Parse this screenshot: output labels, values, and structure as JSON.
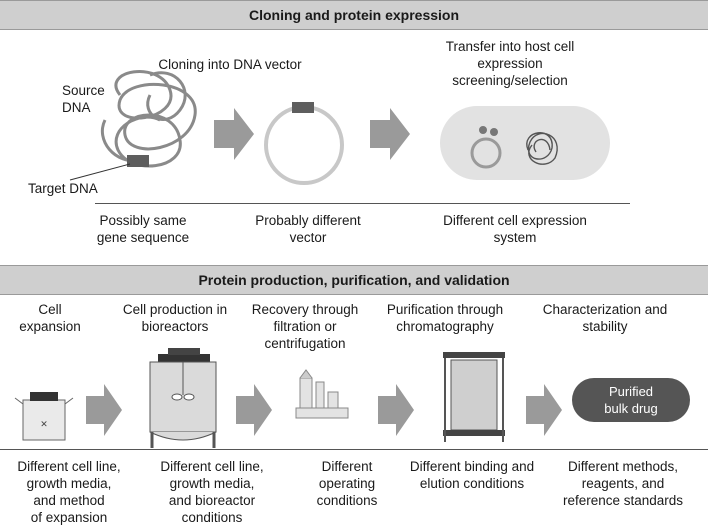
{
  "section1": {
    "title": "Cloning and protein expression",
    "steps": [
      "Cloning into DNA vector",
      "Transfer into host cell\nexpression\nscreening/selection"
    ],
    "source_label": "Source\nDNA",
    "target_label": "Target DNA",
    "notes": [
      "Possibly same\ngene sequence",
      "Probably different\nvector",
      "Different cell expression\nsystem"
    ]
  },
  "section2": {
    "title": "Protein production, purification, and validation",
    "steps": [
      "Cell\nexpansion",
      "Cell production in\nbioreactors",
      "Recovery through\nfiltration or\ncentrifugation",
      "Purification through\nchromatography",
      "Characterization and\nstability"
    ],
    "product_label": "Purified\nbulk drug",
    "notes": [
      "Different cell line,\ngrowth media,\nand method\nof expansion",
      "Different cell line,\ngrowth media,\nand bioreactor\nconditions",
      "Different\noperating\nconditions",
      "Different binding and\nelution conditions",
      "Different methods,\nreagents, and\nreference standards"
    ]
  }
}
